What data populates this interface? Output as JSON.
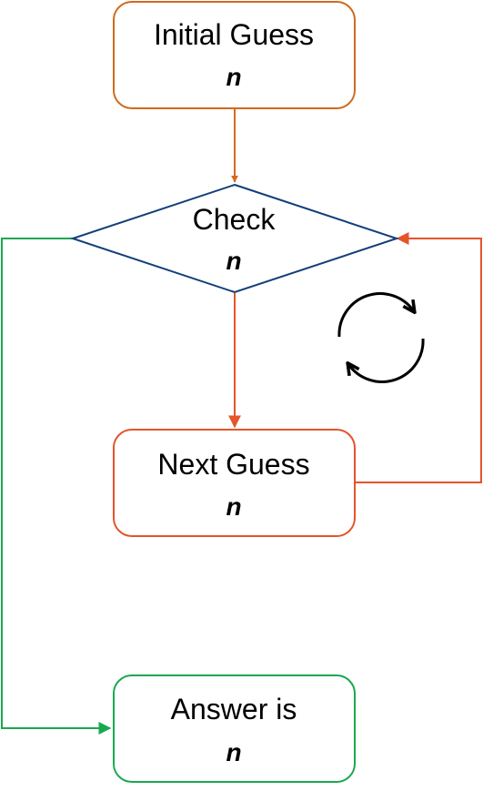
{
  "nodes": {
    "initial": {
      "label": "Initial Guess",
      "var": "n"
    },
    "check": {
      "label": "Check",
      "var": "n"
    },
    "next": {
      "label": "Next Guess",
      "var": "n"
    },
    "answer": {
      "label": "Answer is",
      "var": "n"
    }
  },
  "icons": {
    "loop": "refresh-cycle-icon"
  },
  "colors": {
    "initial_stroke": "#d06a1e",
    "check_stroke": "#123f7a",
    "next_stroke": "#e5542a",
    "answer_stroke": "#1aa84f",
    "orange_edge": "#d56a1f",
    "red_edge": "#e5542a",
    "green_edge": "#1aa84f",
    "icon": "#000000"
  }
}
